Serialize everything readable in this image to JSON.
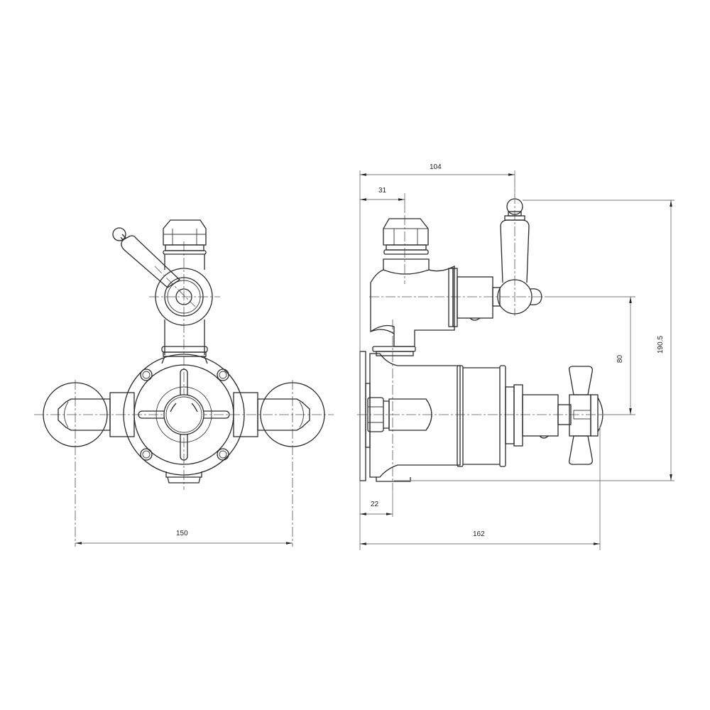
{
  "drawing": {
    "subject": "Exposed thermostatic shower valve with lever handle and cross-head control",
    "views": [
      {
        "name": "front-view",
        "label": ""
      },
      {
        "name": "side-view",
        "label": ""
      }
    ]
  },
  "dimensions": {
    "front_width": "150",
    "side_overall_depth": "104",
    "side_inlet_offset": "31",
    "side_total_height": "190.5",
    "side_lever_to_control": "80",
    "side_wall_plate": "22",
    "side_total_projection": "162"
  },
  "colors": {
    "line": "#2a2a2a",
    "dimension_line": "#777777",
    "background": "#ffffff"
  }
}
